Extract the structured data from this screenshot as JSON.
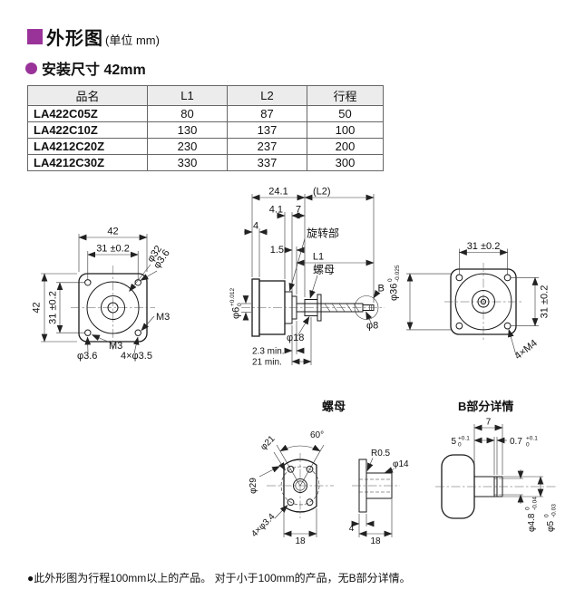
{
  "colors": {
    "accent": "#993399",
    "table_header_bg": "#ececec",
    "line": "#1a1a1a",
    "ball_fill": "#f2e8d8"
  },
  "header": {
    "title": "外形图",
    "unit": "(单位 mm)"
  },
  "section": {
    "label": "安装尺寸 42mm"
  },
  "table": {
    "headers": [
      "品名",
      "L1",
      "L2",
      "行程"
    ],
    "rows": [
      [
        "LA422C05Z",
        "80",
        "87",
        "50"
      ],
      [
        "LA422C10Z",
        "130",
        "137",
        "100"
      ],
      [
        "LA4212C20Z",
        "230",
        "237",
        "200"
      ],
      [
        "LA4212C30Z",
        "330",
        "337",
        "300"
      ]
    ]
  },
  "front_view": {
    "dim_width": "42",
    "dim_width_inner": "31 ±0.2",
    "dim_height": "42",
    "dim_height_inner": "31 ±0.2",
    "phi32": "φ32",
    "phi3_6_top": "φ3.6",
    "m3_right": "M3",
    "phi3_6_bottom": "φ3.6",
    "m3_bottom": "M3",
    "holes": "4×φ3.5"
  },
  "side_view": {
    "d24_1": "24.1",
    "l2": "(L2)",
    "d4_1": "4.1",
    "d7": "7",
    "d4": "4",
    "d1_5": "1.5",
    "l1": "L1",
    "rotating_part": "旋转部",
    "nut_label": "螺母",
    "phi6": "φ6",
    "phi6_tol_top": "+0.012",
    "phi6_tol_bot": "0",
    "phi18": "φ18",
    "phi8": "φ8",
    "b": "B",
    "d2_3_min": "2.3 min.",
    "d21_min": "21 min.",
    "phi36": "φ36",
    "phi36_tol_top": "0",
    "phi36_tol_bot": "-0.025"
  },
  "rear_view": {
    "dim_width": "31 ±0.2",
    "dim_height": "31 ±0.2",
    "holes": "4×M4"
  },
  "nut_detail": {
    "title": "螺母",
    "angle": "60°",
    "phi21": "φ21",
    "phi29": "φ29",
    "holes": "4×φ3.4",
    "width": "18",
    "r": "R0.5",
    "phi14": "φ14",
    "thickness": "4",
    "length": "18"
  },
  "b_detail": {
    "title": "B部分详情",
    "d7": "7",
    "d5": "5",
    "d5_tol_top": "+0.1",
    "d5_tol_bot": "0",
    "d0_7": "0.7",
    "d0_7_tol_top": "+0.1",
    "d0_7_tol_bot": "0",
    "phi4_8": "φ4.8",
    "phi4_8_tol_top": "0",
    "phi4_8_tol_bot": "-0.04",
    "phi5": "φ5",
    "phi5_tol_top": "0",
    "phi5_tol_bot": "-0.03"
  },
  "footnote": "●此外形图为行程100mm以上的产品。 对于小于100mm的产品，无B部分详情。"
}
